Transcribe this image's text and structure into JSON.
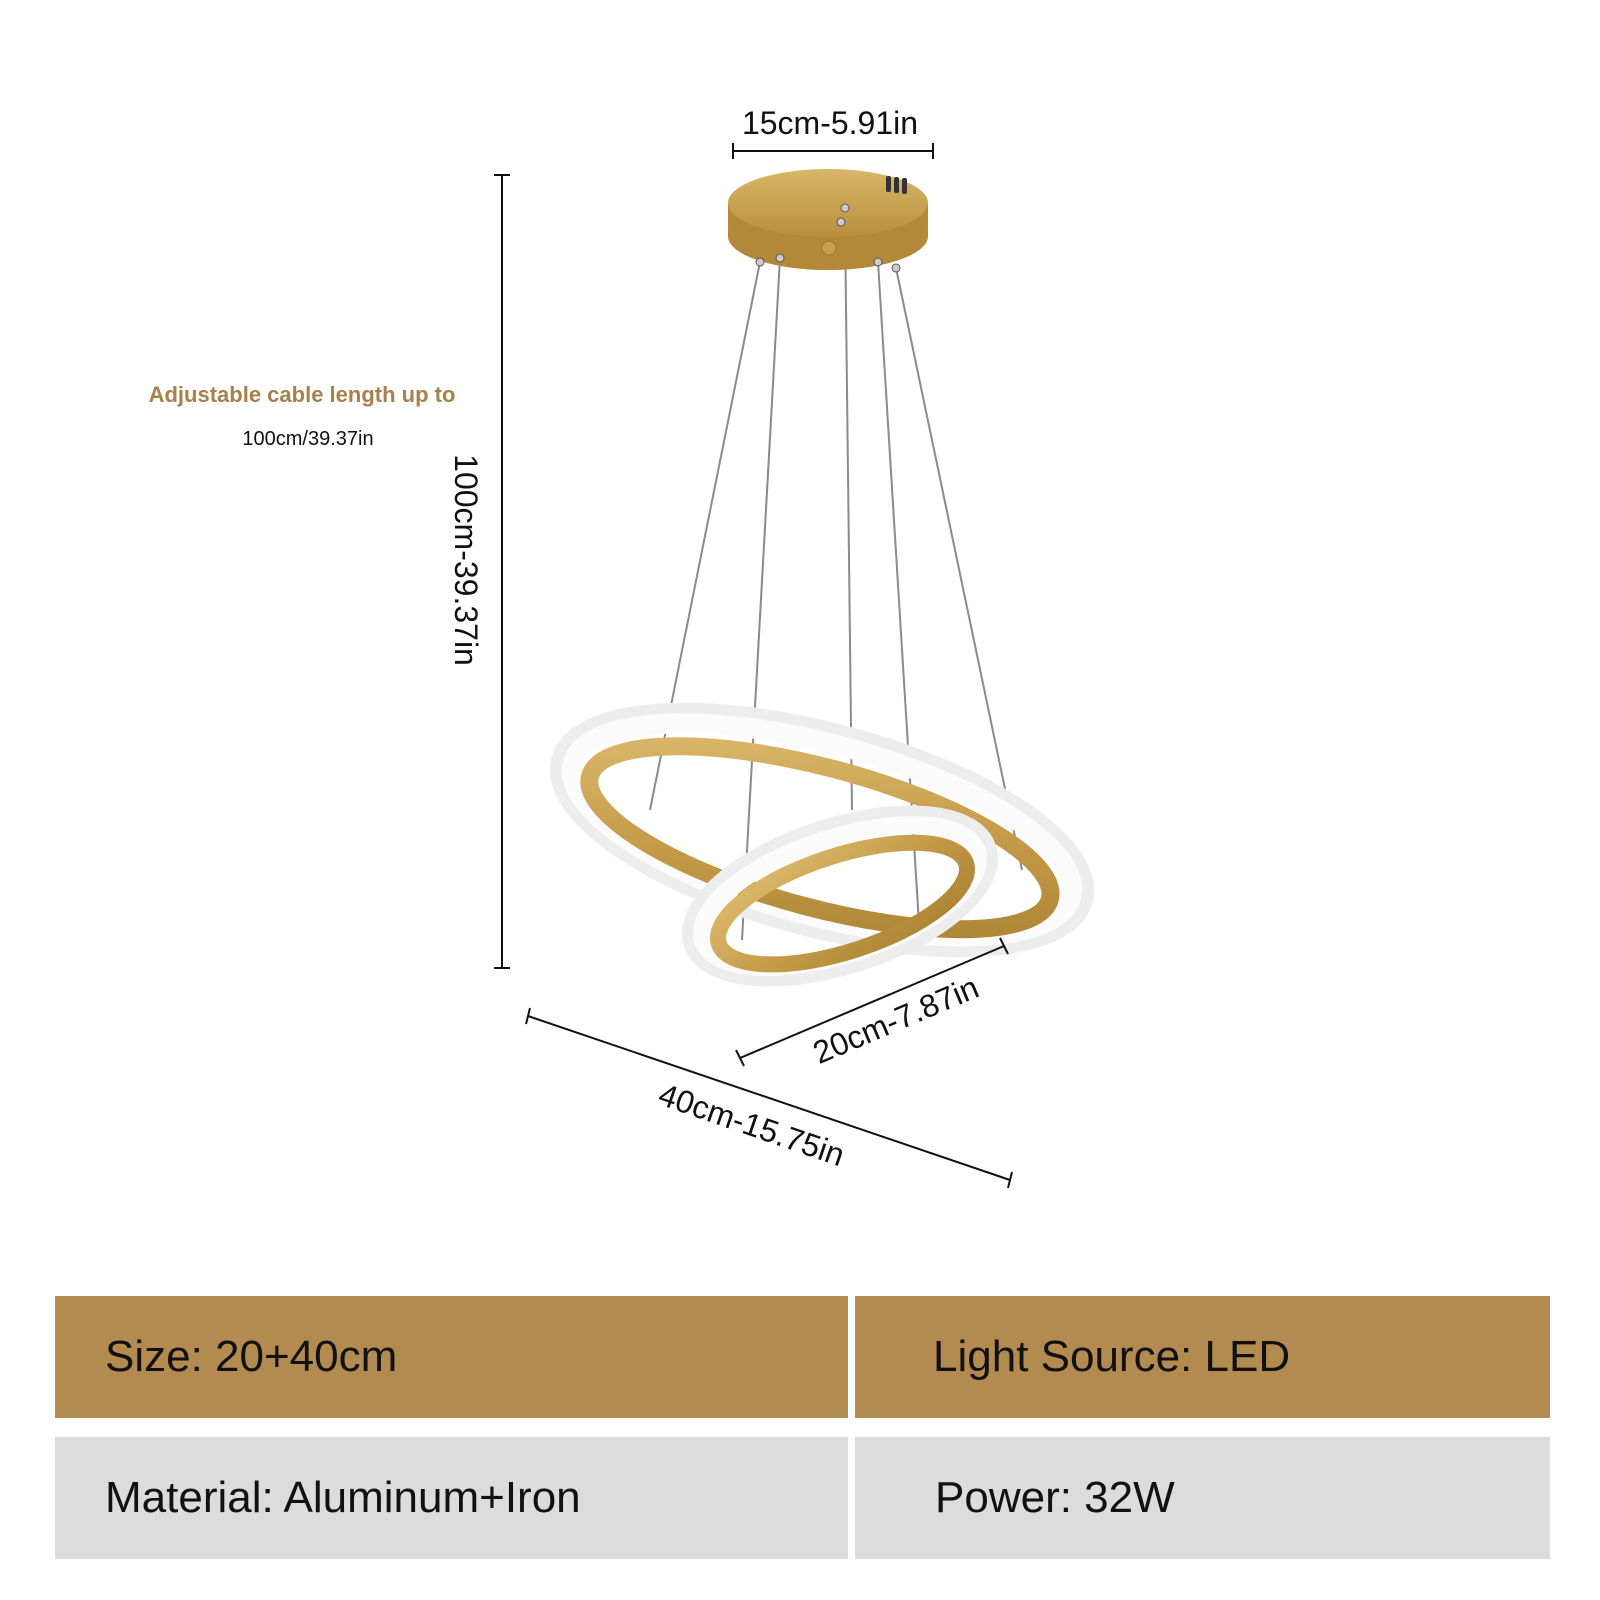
{
  "colors": {
    "gold": "#b38a50",
    "gold_dark": "#a8802f",
    "gold_light": "#d8b56a",
    "led_white": "#f7f7f7",
    "gray_row": "#dcdcdc",
    "cable_label": "#a8804a",
    "line": "#111111"
  },
  "dimensions": {
    "canopy_width": "15cm-5.91in",
    "height": "100cm-39.37in",
    "small_ring": "20cm-7.87in",
    "large_ring": "40cm-15.75in"
  },
  "cable_note": {
    "title": "Adjustable cable length up to",
    "value": "100cm/39.37in"
  },
  "specs": {
    "size": "Size: 20+40cm",
    "light_source": "Light Source: LED",
    "material": "Material: Aluminum+Iron",
    "power": "Power: 32W"
  }
}
